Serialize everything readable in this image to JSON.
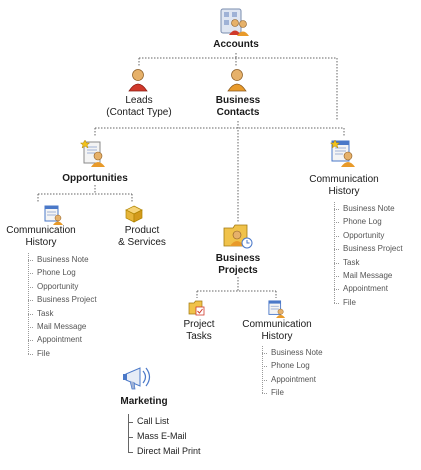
{
  "nodes": {
    "accounts": "Accounts",
    "leads": "Leads",
    "leads_sub": "(Contact Type)",
    "business_contacts_1": "Business",
    "business_contacts_2": "Contacts",
    "opportunities": "Opportunities",
    "comm_history_1": "Communication",
    "comm_history_2": "History",
    "product_1": "Product",
    "product_2": "& Services",
    "business_projects_1": "Business",
    "business_projects_2": "Projects",
    "project_tasks_1": "Project",
    "project_tasks_2": "Tasks",
    "marketing": "Marketing"
  },
  "lists": {
    "comm_history_left": [
      "Business Note",
      "Phone Log",
      "Opportunity",
      "Business Project",
      "Task",
      "Mail Message",
      "Appointment",
      "File"
    ],
    "comm_history_right": [
      "Business Note",
      "Phone Log",
      "Opportunity",
      "Business Project",
      "Task",
      "Mail Message",
      "Appointment",
      "File"
    ],
    "comm_history_projects": [
      "Business Note",
      "Phone Log",
      "Appointment",
      "File"
    ],
    "marketing": [
      "Call List",
      "Mass E-Mail",
      "Direct Mail Print"
    ]
  },
  "colors": {
    "connector": "#666666",
    "list_connector": "#9a9a9a",
    "person_red": "#d0392b",
    "person_orange": "#e89a2a",
    "folder": "#f0c24a",
    "document": "#4a78c8"
  },
  "icons": {
    "accounts": "people-group-icon",
    "leads": "red-person-icon",
    "business_contacts": "person-icon",
    "opportunities": "document-star-person-icon",
    "comm_history": "document-person-clock-icon",
    "product": "box-icon",
    "business_projects": "folder-person-clock-icon",
    "project_tasks": "folder-task-icon",
    "marketing": "megaphone-icon"
  }
}
